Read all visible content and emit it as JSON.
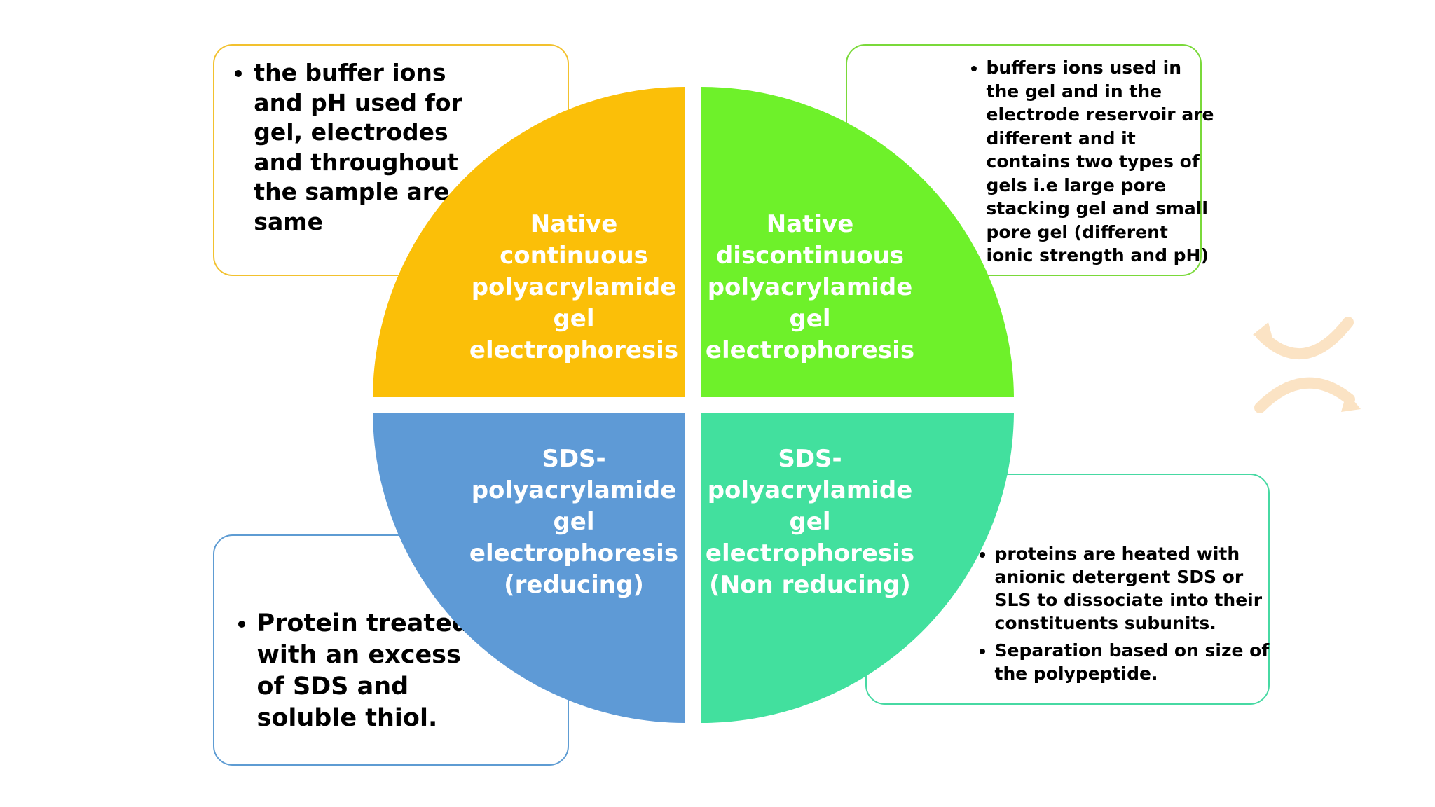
{
  "quadrants": {
    "top_left": {
      "label": "Native\ncontinuous\npolyacrylamide\ngel\nelectrophoresis",
      "color": "#fbbf08"
    },
    "top_right": {
      "label": "Native\ndiscontinuous\npolyacrylamide\ngel\nelectrophoresis",
      "color": "#6ef12a"
    },
    "bottom_left": {
      "label": "SDS-\npolyacrylamide\ngel\nelectrophoresis\n(reducing)",
      "color": "#5e9ad6"
    },
    "bottom_right": {
      "label": "SDS-\npolyacrylamide\ngel\nelectrophoresis\n(Non reducing)",
      "color": "#42e09e"
    }
  },
  "callouts": {
    "top_left": {
      "bullets": [
        "the buffer ions and pH used for gel, electrodes and throughout the sample are same"
      ]
    },
    "top_right": {
      "bullets": [
        "buffers ions used in the gel and in the electrode reservoir are different and it contains two types of gels i.e large pore stacking gel and small pore gel (different ionic strength and pH)"
      ]
    },
    "bottom_left": {
      "bullets": [
        "Protein treated with an excess of SDS and soluble thiol."
      ]
    },
    "bottom_right": {
      "bullets": [
        "proteins are heated with anionic detergent SDS or SLS to dissociate into their constituents subunits.",
        "Separation based on size of the polypeptide."
      ]
    }
  },
  "decoration": {
    "icon": "cycle-arrows-icon",
    "color": "#fbe3c4"
  }
}
